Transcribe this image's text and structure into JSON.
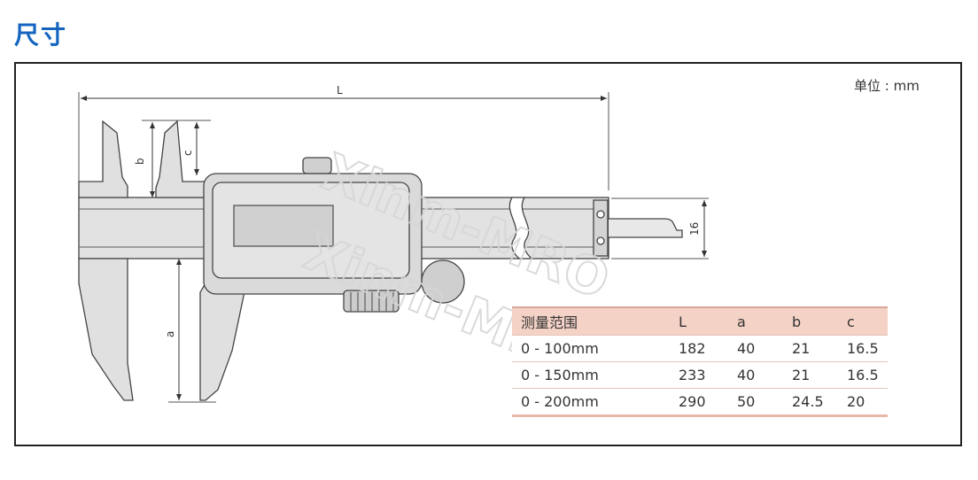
{
  "title": "尺寸",
  "unit_label": "单位 : mm",
  "watermark": "Xinm-MRO",
  "dimension_labels": {
    "L": "L",
    "a": "a",
    "b": "b",
    "c": "c",
    "h": "16"
  },
  "table": {
    "headers": [
      "测量范围",
      "L",
      "a",
      "b",
      "c"
    ],
    "rows": [
      [
        "0 - 100mm",
        "182",
        "40",
        "21",
        "16.5"
      ],
      [
        "0 - 150mm",
        "233",
        "40",
        "21",
        "16.5"
      ],
      [
        "0 - 200mm",
        "290",
        "50",
        "24.5",
        "20"
      ]
    ]
  }
}
